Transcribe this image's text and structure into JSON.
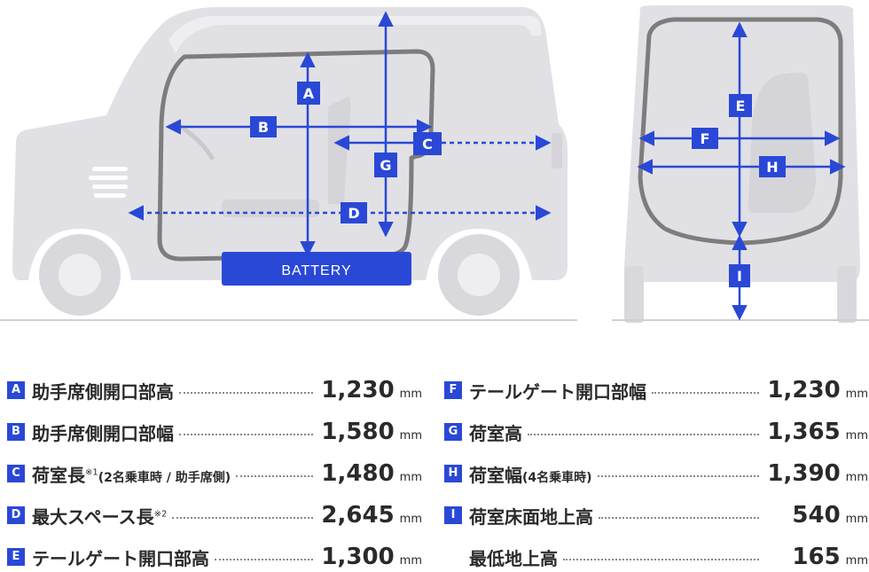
{
  "diagram": {
    "battery_label": "BATTERY",
    "markers": [
      "A",
      "B",
      "C",
      "D",
      "E",
      "F",
      "G",
      "H",
      "I"
    ],
    "colors": {
      "accent": "#2a48d6",
      "car_fill": "#e1e1e5",
      "cabin_outline": "#7d7d7d",
      "floor_line": "#cfcfd3"
    }
  },
  "specs": [
    {
      "key": "A",
      "label": "助手席側開口部高",
      "note_sup": "",
      "note_small": "",
      "value": "1,230",
      "unit": "mm"
    },
    {
      "key": "B",
      "label": "助手席側開口部幅",
      "note_sup": "",
      "note_small": "",
      "value": "1,580",
      "unit": "mm"
    },
    {
      "key": "C",
      "label": "荷室長",
      "note_sup": "※1",
      "note_small": "(2名乗車時 / 助手席側)",
      "value": "1,480",
      "unit": "mm"
    },
    {
      "key": "D",
      "label": "最大スペース長",
      "note_sup": "※2",
      "note_small": "",
      "value": "2,645",
      "unit": "mm"
    },
    {
      "key": "E",
      "label": "テールゲート開口部高",
      "note_sup": "",
      "note_small": "",
      "value": "1,300",
      "unit": "mm"
    },
    {
      "key": "F",
      "label": "テールゲート開口部幅",
      "note_sup": "",
      "note_small": "",
      "value": "1,230",
      "unit": "mm"
    },
    {
      "key": "G",
      "label": "荷室高",
      "note_sup": "",
      "note_small": "",
      "value": "1,365",
      "unit": "mm"
    },
    {
      "key": "H",
      "label": "荷室幅",
      "note_sup": "",
      "note_small": "(4名乗車時)",
      "value": "1,390",
      "unit": "mm"
    },
    {
      "key": "I",
      "label": "荷室床面地上高",
      "note_sup": "",
      "note_small": "",
      "value": "540",
      "unit": "mm"
    },
    {
      "key": "",
      "label": "最低地上高",
      "note_sup": "",
      "note_small": "",
      "value": "165",
      "unit": "mm"
    }
  ]
}
